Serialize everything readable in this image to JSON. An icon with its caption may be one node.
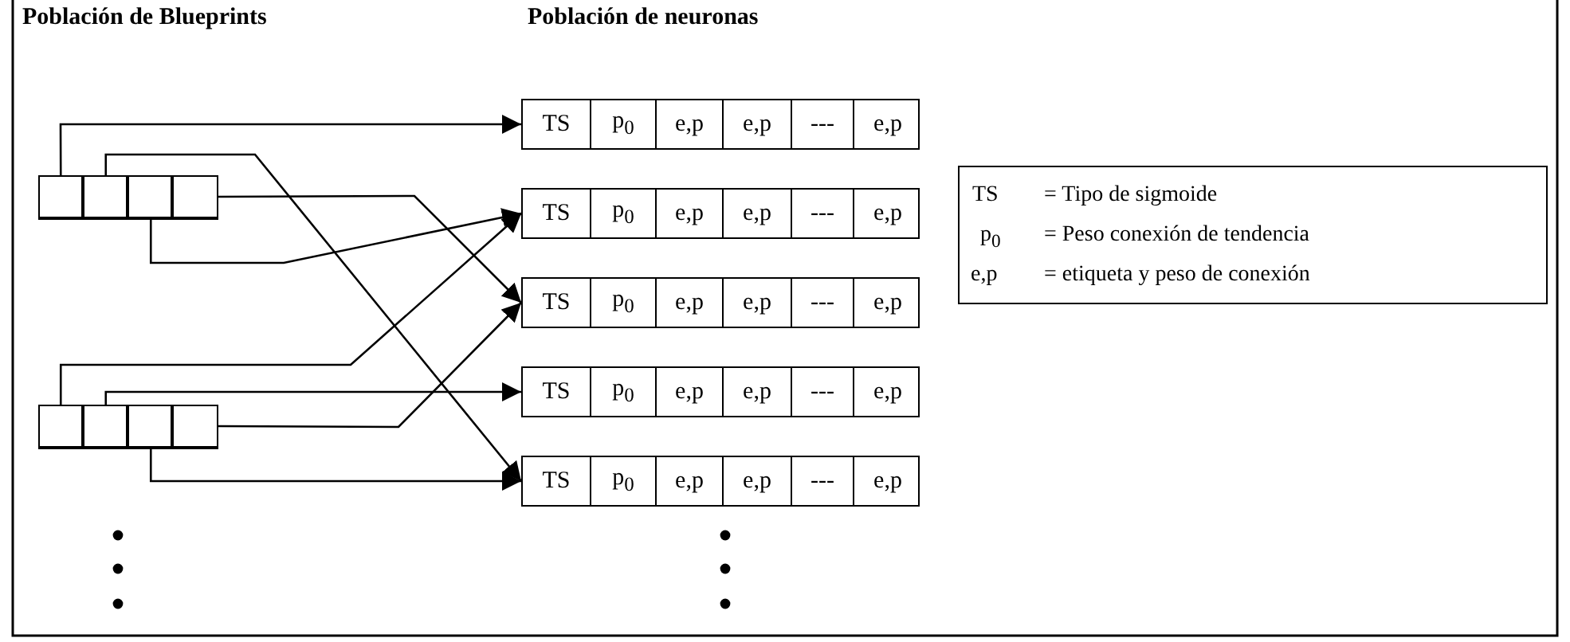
{
  "diagram": {
    "nodes": [
      {
        "text": [],
        "shape": "box"
      },
      {
        "text": [],
        "shape": "box",
        "in": 0
      },
      {
        "text": [],
        "shape": "box",
        "in": 0
      },
      {
        "text": [],
        "shape": "box",
        "in": 0
      },
      {
        "text": [],
        "shape": "box",
        "in": 0
      },
      {
        "text": [],
        "shape": "box"
      },
      {
        "text": [],
        "shape": "box",
        "in": 5
      },
      {
        "text": [],
        "shape": "box",
        "in": 5
      },
      {
        "text": [],
        "shape": "box",
        "in": 5
      },
      {
        "text": [],
        "shape": "box",
        "in": 5
      },
      {
        "text": [
          "TS",
          "p$_{0}$",
          "e,p",
          "e,p",
          "---",
          "e,p"
        ]
      },
      {
        "text": [
          "TS",
          "p$_{0}$",
          "e,p",
          "e,p",
          "---",
          "e,p"
        ]
      },
      {
        "text": [
          "TS",
          "p$_{0}$",
          "e,p",
          "e,p",
          "---",
          "e,p"
        ]
      },
      {
        "text": [
          "TS",
          "p$_{0}$",
          "e,p",
          "e,p",
          "---",
          "e,p"
        ]
      },
      {
        "text": [
          "TS",
          "p$_{0}$",
          "e,p",
          "e,p",
          "---",
          "e,p"
        ]
      }
    ],
    "edges": [
      {
        "from": 1,
        "to": 10,
        "arrow": "to"
      },
      {
        "from": 2,
        "to": 14,
        "arrow": "to"
      },
      {
        "from": 3,
        "to": 11,
        "arrow": "to"
      },
      {
        "from": 4,
        "to": 12,
        "arrow": "to"
      },
      {
        "from": 6,
        "to": 11,
        "arrow": "to"
      },
      {
        "from": 7,
        "to": 13,
        "arrow": "to"
      },
      {
        "from": 8,
        "to": 14,
        "arrow": "to"
      },
      {
        "from": 9,
        "to": 12,
        "arrow": "to"
      }
    ],
    "labels": [
      "Población de Blueprints",
      "Población de neuronas",
      "TS",
      "= Tipo de sigmoide",
      "p$_{0}$",
      "= Peso conexión de tendencia",
      "e,p",
      "= etiqueta y peso de conexión"
    ]
  }
}
